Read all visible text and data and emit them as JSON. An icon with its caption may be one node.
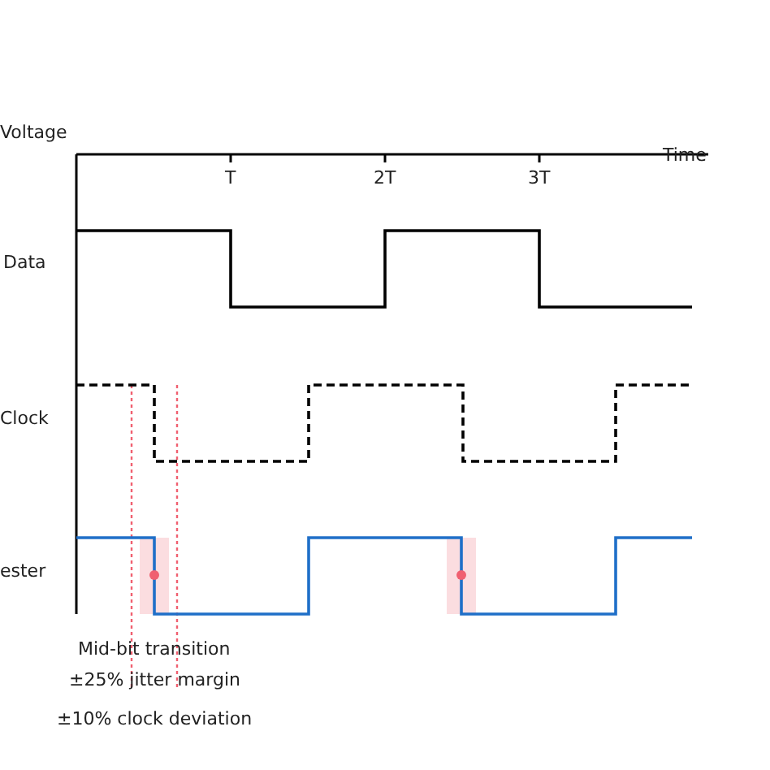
{
  "diagram": {
    "labels": [
      "Voltage",
      "Time",
      "T",
      "2T",
      "3T",
      "Data",
      "Clock",
      "ester",
      "Mid-bit transition",
      "±25% jitter margin",
      "±10% clock deviation"
    ]
  }
}
